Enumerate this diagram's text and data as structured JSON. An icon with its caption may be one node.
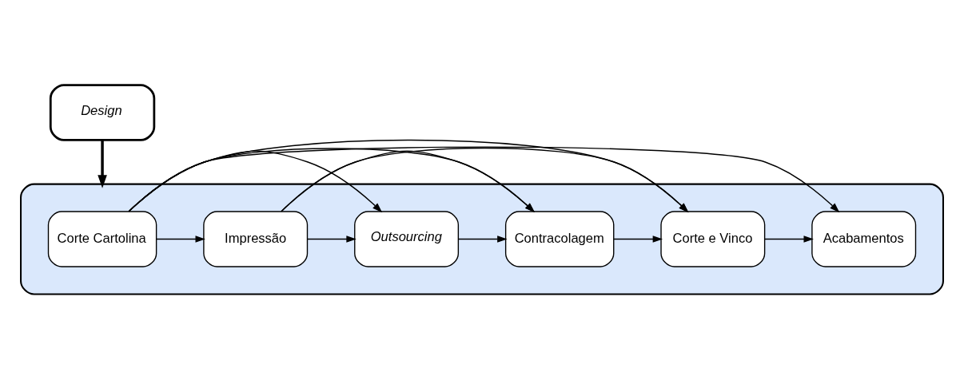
{
  "diagram": {
    "nodes": [
      {
        "text": [
          "Design"
        ]
      },
      {
        "text": [],
        "shape": "box"
      },
      {
        "text": [
          "Corte Cartolina"
        ],
        "in": 1
      },
      {
        "text": [
          "Impressão"
        ],
        "in": 1
      },
      {
        "text": [
          "Outsourcing"
        ],
        "in": 1
      },
      {
        "text": [
          "Contracolagem"
        ],
        "in": 1
      },
      {
        "text": [
          "Corte e Vinco"
        ],
        "in": 1
      },
      {
        "text": [
          "Acabamentos"
        ],
        "in": 1
      }
    ],
    "edges": [
      {
        "from": 0,
        "to": 1,
        "arrow": "to",
        "style": "thick"
      },
      {
        "from": 2,
        "to": 3,
        "arrow": "to"
      },
      {
        "from": 3,
        "to": 4,
        "arrow": "to"
      },
      {
        "from": 4,
        "to": 5,
        "arrow": "to"
      },
      {
        "from": 5,
        "to": 6,
        "arrow": "to"
      },
      {
        "from": 6,
        "to": 7,
        "arrow": "to"
      },
      {
        "from": 3,
        "to": 5,
        "arrow": "to"
      },
      {
        "from": 3,
        "to": 6,
        "arrow": "to"
      },
      {
        "from": 2,
        "to": 4,
        "arrow": "to"
      },
      {
        "from": 2,
        "to": 5,
        "arrow": "to"
      },
      {
        "from": 2,
        "to": 6,
        "arrow": "to"
      },
      {
        "from": 2,
        "to": 7,
        "arrow": "to"
      }
    ]
  }
}
